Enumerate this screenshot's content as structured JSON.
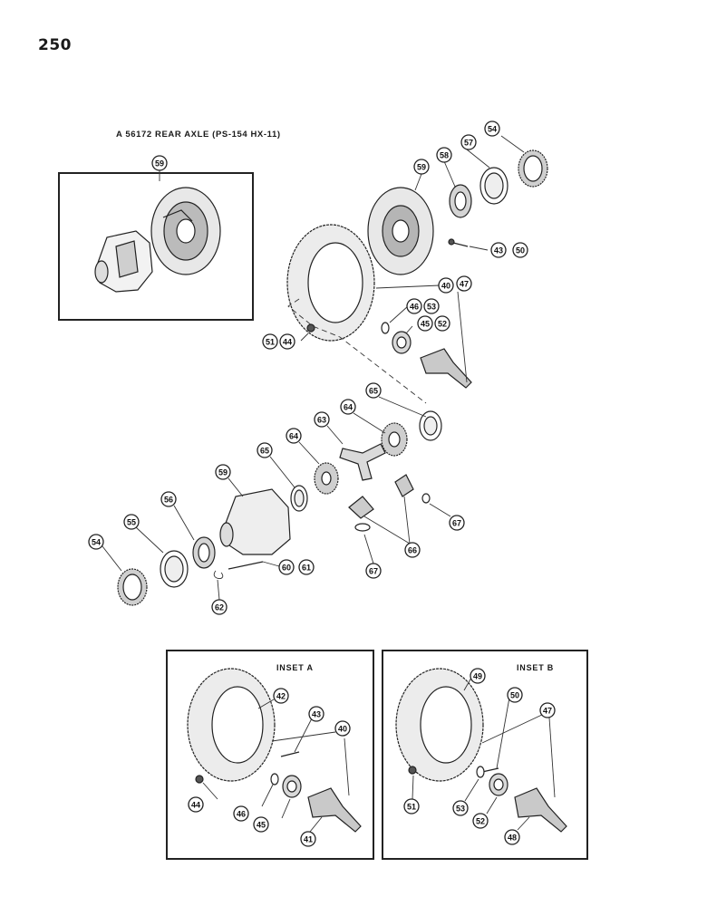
{
  "page_number": "250",
  "title": "A 56172 REAR AXLE (PS-154 HX-11)",
  "insets": [
    {
      "label": "INSET A",
      "callouts": [
        "42",
        "43",
        "40",
        "44",
        "46",
        "45",
        "41"
      ]
    },
    {
      "label": "INSET B",
      "callouts": [
        "49",
        "50",
        "47",
        "51",
        "53",
        "52",
        "48"
      ]
    }
  ],
  "main_callouts": [
    "59",
    "54",
    "57",
    "58",
    "59",
    "43",
    "50",
    "40",
    "47",
    "46",
    "53",
    "45",
    "52",
    "51",
    "44",
    "65",
    "64",
    "63",
    "64",
    "65",
    "59",
    "56",
    "55",
    "54",
    "60",
    "61",
    "62",
    "67",
    "66",
    "67"
  ]
}
